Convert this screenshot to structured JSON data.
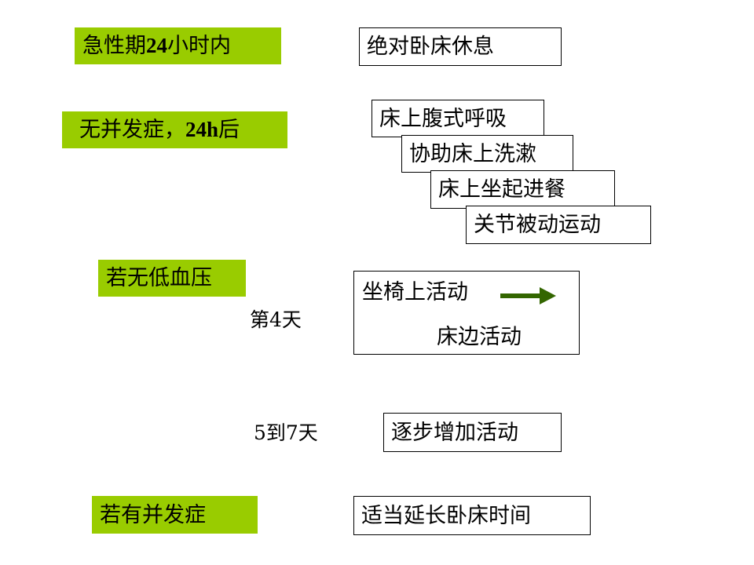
{
  "conditions": {
    "acute_prefix": "急性期",
    "acute_num": "24",
    "acute_suffix": "小时内",
    "no_comp_prefix": "无并发症，",
    "no_comp_num": "24h",
    "no_comp_suffix": "后",
    "no_hypotension": "若无低血压",
    "with_comp": "若有并发症"
  },
  "days": {
    "day4": "第4天",
    "day5_7": "5到7天"
  },
  "actions": {
    "bed_rest": "绝对卧床休息",
    "abdominal_breathing": "床上腹式呼吸",
    "assisted_washing": "协助床上洗漱",
    "sit_eat": "床上坐起进餐",
    "passive_joint": "关节被动运动",
    "chair_activity": "坐椅上活动",
    "bedside_activity": "床边活动",
    "gradual_increase": "逐步增加活动",
    "extend_bed_rest": "适当延长卧床时间"
  },
  "colors": {
    "condition_fill": "#99cc00",
    "arrow": "#336600"
  }
}
